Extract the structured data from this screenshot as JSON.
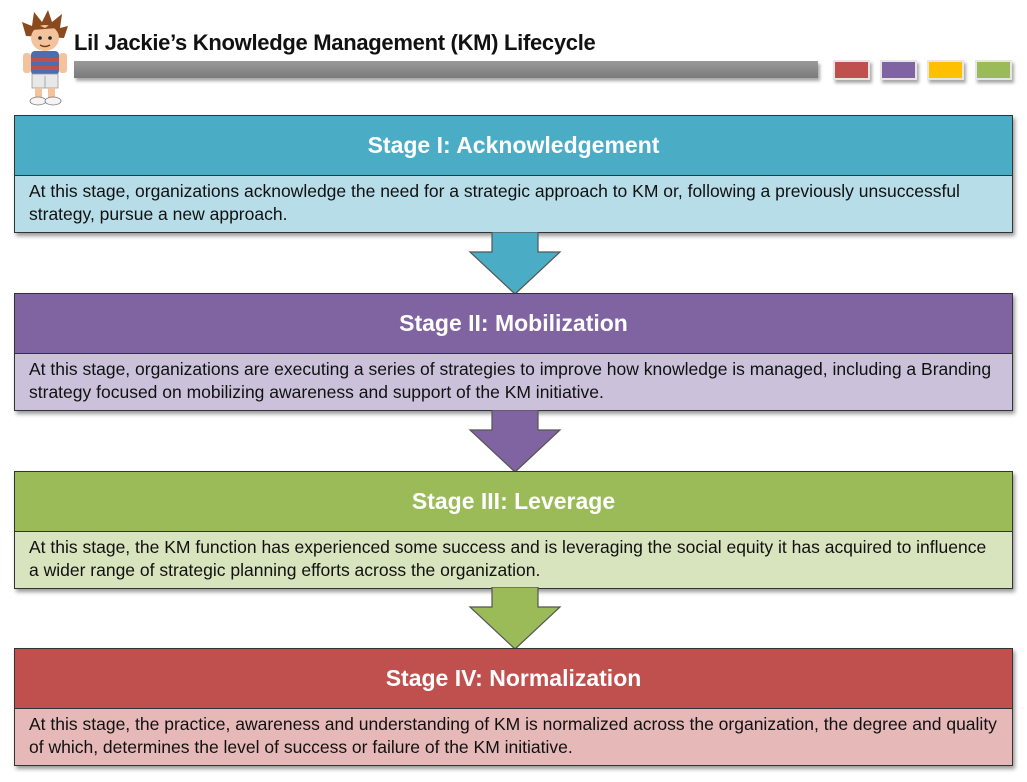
{
  "title": "Lil Jackie’s Knowledge Management (KM) Lifecycle",
  "swatches": [
    {
      "name": "red",
      "color": "#c0504d"
    },
    {
      "name": "purple",
      "color": "#8064a2"
    },
    {
      "name": "yellow",
      "color": "#ffc000"
    },
    {
      "name": "green",
      "color": "#9bbb59"
    }
  ],
  "stages": [
    {
      "title": "Stage I: Acknowledgement",
      "description": "At this stage, organizations acknowledge the need for a strategic approach to KM or, following a previously unsuccessful strategy, pursue a new approach.",
      "head_color": "#4bacc6",
      "body_color": "#b7dde8"
    },
    {
      "title": "Stage II: Mobilization",
      "description": "At this stage, organizations are executing a series of strategies to improve how knowledge is managed, including a Branding strategy focused on mobilizing awareness and support of the KM initiative.",
      "head_color": "#8064a2",
      "body_color": "#ccc1da"
    },
    {
      "title": "Stage III: Leverage",
      "description": "At this stage, the KM function has experienced some success and is leveraging the social equity it has acquired to influence a wider range of strategic planning efforts across the organization.",
      "head_color": "#9bbb59",
      "body_color": "#d7e4bd"
    },
    {
      "title": "Stage IV: Normalization",
      "description": "At this stage, the practice, awareness and understanding of KM is normalized across the organization, the degree and quality of which, determines  the level of success or failure of the KM initiative.",
      "head_color": "#c0504d",
      "body_color": "#e6b9b8"
    }
  ]
}
